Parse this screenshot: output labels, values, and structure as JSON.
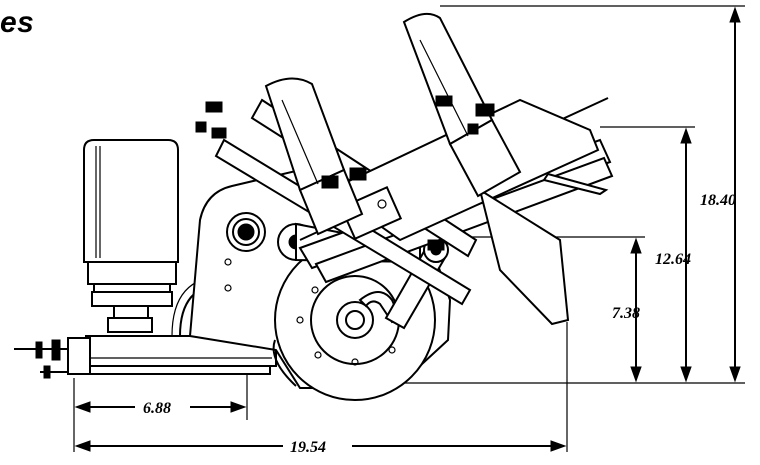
{
  "heading": {
    "text": "es"
  },
  "dimensions": {
    "overall_height": "18.40",
    "arm_height": "12.64",
    "pivot_height": "7.38",
    "pivot_offset": "6.88",
    "overall_length": "19.54"
  }
}
